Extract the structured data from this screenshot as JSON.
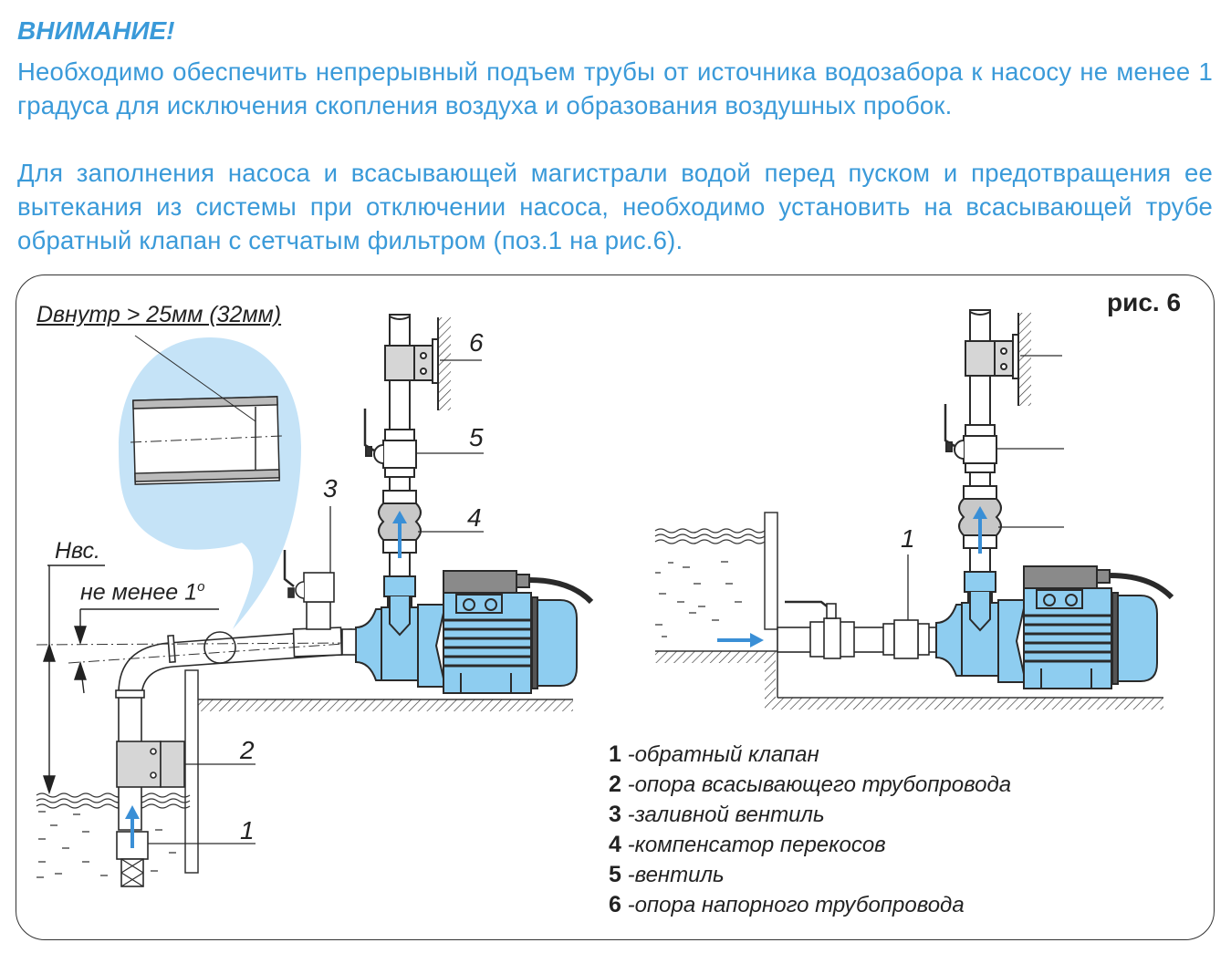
{
  "warning": {
    "title": "ВНИМАНИЕ!",
    "paragraph1": "Необходимо обеспечить непрерывный подъем трубы от источника водозабора к насосу не менее 1 градуса для исключения скопления воздуха и образования воздушных пробок.",
    "paragraph2": "Для заполнения насоса и всасывающей магистрали водой перед пуском и предотвращения ее вытекания из системы при отключении насоса, необходимо установить на всасывающей трубе обратный клапан с сетчатым фильтром (поз.1  на рис.6)."
  },
  "figure": {
    "label": "рис. 6",
    "diameter_note": "Dвнутр > 25мм (32мм)",
    "height_label": "Нвс.",
    "slope_label": "не менее 1",
    "slope_unit": "o",
    "callouts_left": [
      "1",
      "2",
      "3",
      "4",
      "5",
      "6"
    ],
    "callout_right": "1",
    "colors": {
      "accent": "#3a9ad9",
      "pump": "#8ecdf0",
      "bubble": "#c5e3f7",
      "grey": "#d6d6d6"
    }
  },
  "legend": [
    {
      "num": "1",
      "text": "-обратный клапан"
    },
    {
      "num": "2",
      "text": "-опора всасывающего трубопровода"
    },
    {
      "num": "3",
      "text": "-заливной вентиль"
    },
    {
      "num": "4",
      "text": "-компенсатор перекосов"
    },
    {
      "num": "5",
      "text": "-вентиль"
    },
    {
      "num": "6",
      "text": "-опора напорного трубопровода"
    }
  ]
}
